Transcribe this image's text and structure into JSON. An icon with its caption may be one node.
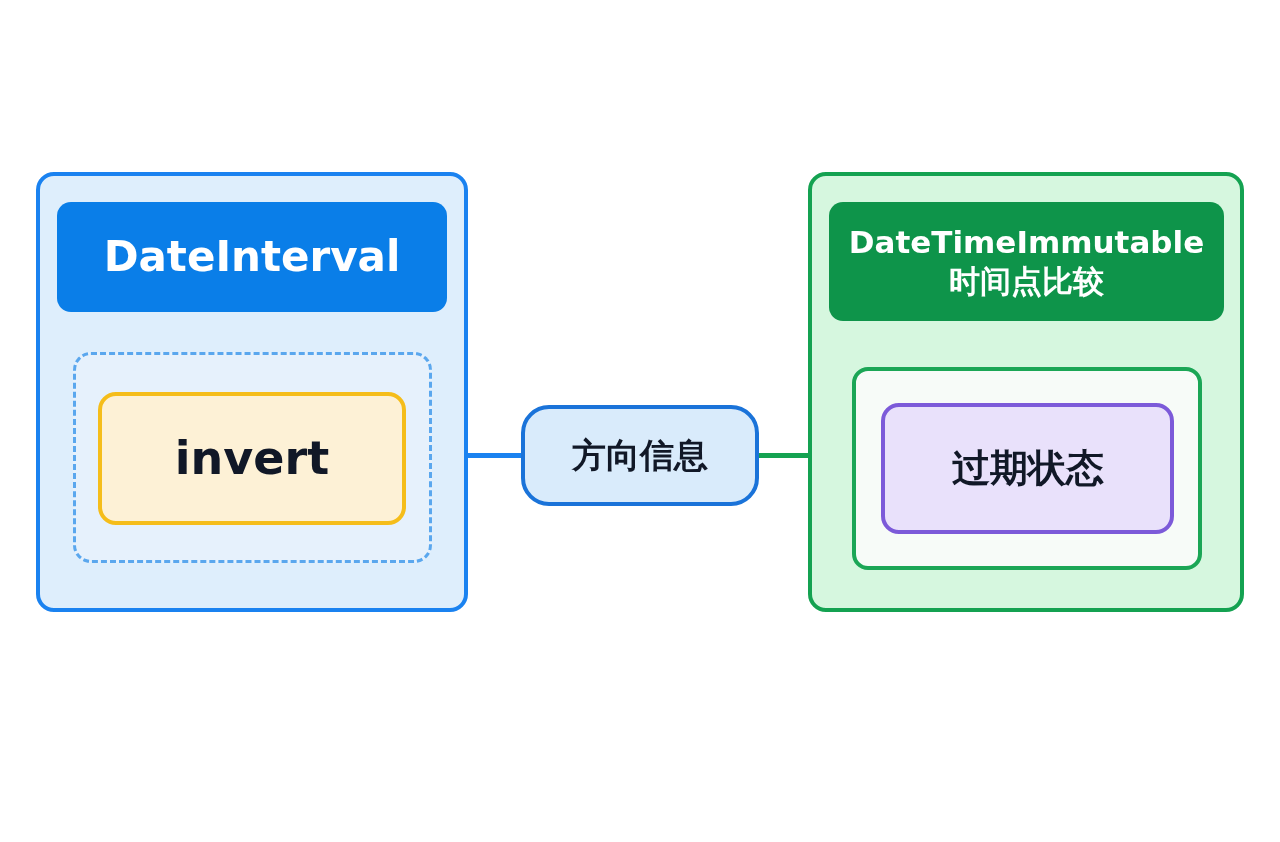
{
  "diagram": {
    "nodes": [
      {
        "text": [],
        "shape": "box"
      },
      {
        "text": [
          "DateInterval"
        ],
        "in": 0
      },
      {
        "text": [],
        "shape": "box",
        "in": 0
      },
      {
        "text": [
          "invert"
        ],
        "in": 2
      },
      {
        "text": [
          "方向信息"
        ]
      },
      {
        "text": [],
        "shape": "box"
      },
      {
        "text": [
          "DateTimeImmutable 时间点比较"
        ],
        "in": 5
      },
      {
        "text": [],
        "shape": "box",
        "in": 5
      },
      {
        "text": [
          "过期状态"
        ],
        "in": 7
      }
    ],
    "edges": [
      {
        "from": 0,
        "to": 4,
        "arrow": "none",
        "color": "#1a82f0"
      },
      {
        "from": 4,
        "to": 7,
        "arrow": "none",
        "color": "#14a251"
      }
    ]
  }
}
